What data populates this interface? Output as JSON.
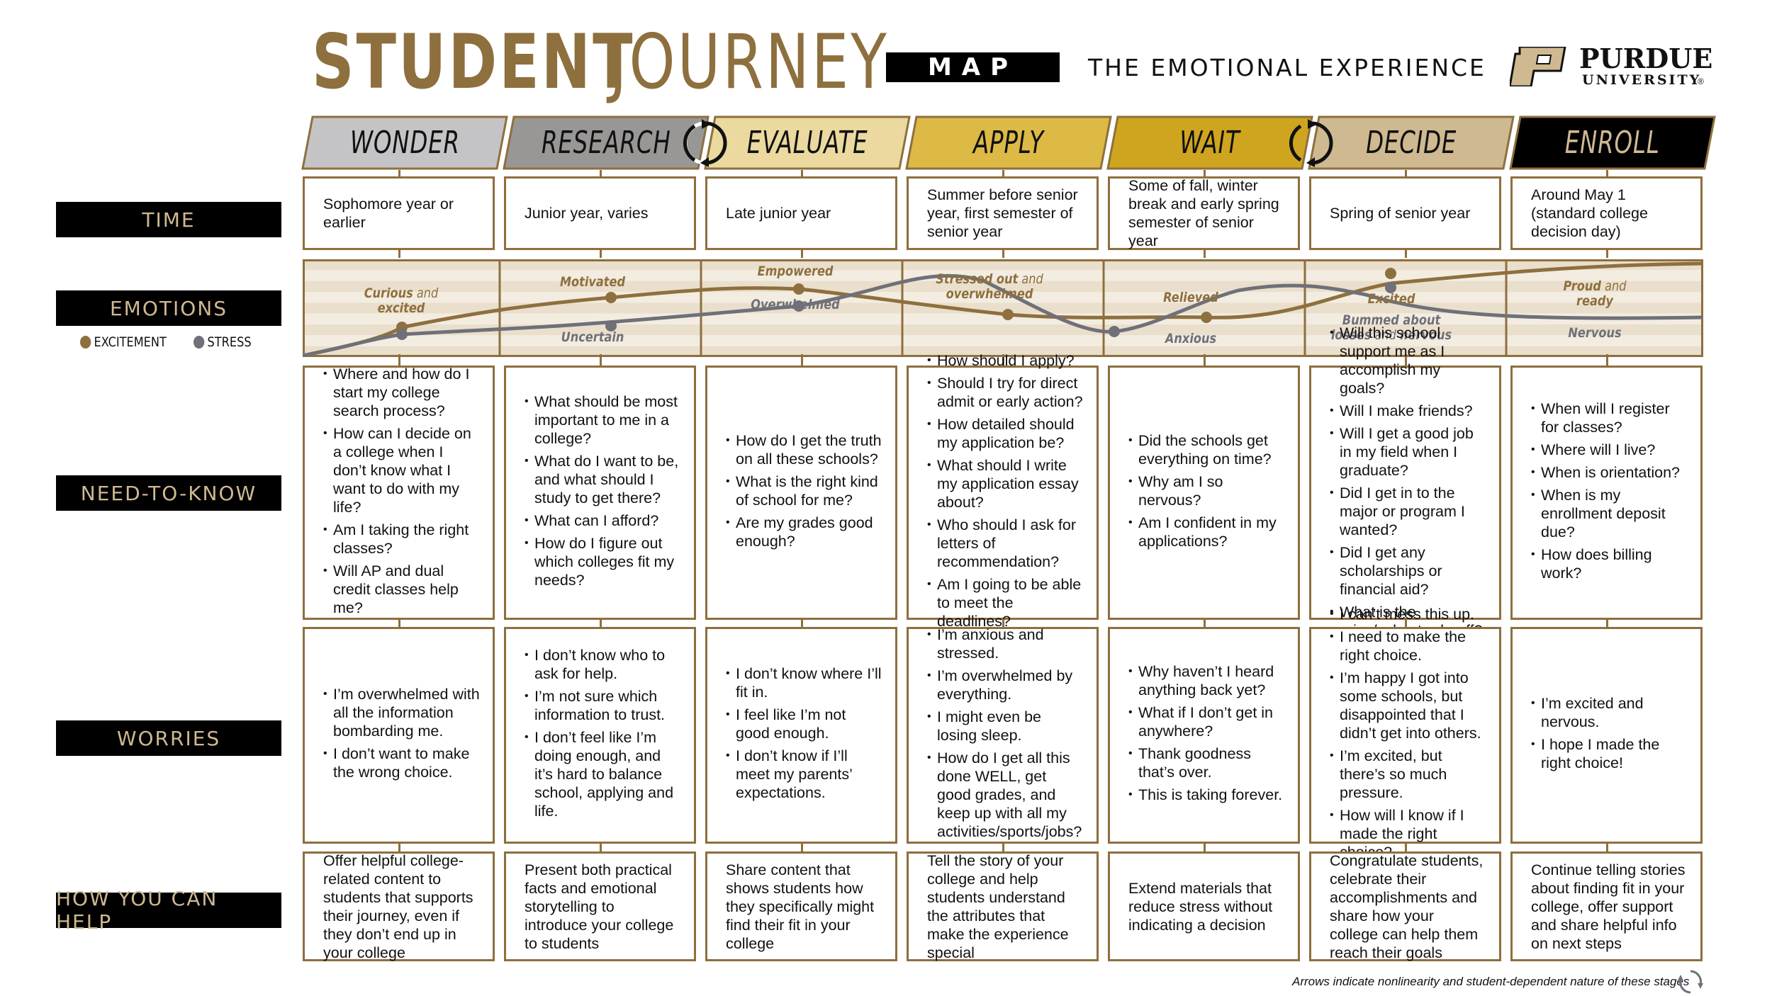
{
  "header": {
    "title_strong": "STUDENT",
    "title_light": "JOURNEY",
    "map_badge": "MAP",
    "subtitle": "THE EMOTIONAL EXPERIENCE",
    "logo_line1": "PURDUE",
    "logo_line2": "UNIVERSITY",
    "logo_reg": "®"
  },
  "stages": [
    {
      "label": "WONDER",
      "fill": "#c4c4c6",
      "text_color": "#111111"
    },
    {
      "label": "RESEARCH",
      "fill": "#999696",
      "text_color": "#111111"
    },
    {
      "label": "EVALUATE",
      "fill": "#ebd99f",
      "text_color": "#111111"
    },
    {
      "label": "APPLY",
      "fill": "#ddb945",
      "text_color": "#111111"
    },
    {
      "label": "WAIT",
      "fill": "#cfa520",
      "text_color": "#111111"
    },
    {
      "label": "DECIDE",
      "fill": "#cfb991",
      "text_color": "#111111"
    },
    {
      "label": "ENROLL",
      "fill": "#000000",
      "text_color": "#cfb991"
    }
  ],
  "row_labels": {
    "time": "TIME",
    "emotions": "EMOTIONS",
    "need": "NEED-TO-KNOW",
    "worries": "WORRIES",
    "help": "HOW YOU CAN HELP"
  },
  "legend": {
    "excitement": "EXCITEMENT",
    "stress": "STRESS",
    "excitement_color": "#8e6f3e",
    "stress_color": "#6f7079"
  },
  "time": [
    "Sophomore year or earlier",
    "Junior year, varies",
    "Late junior year",
    "Summer before senior year, first semester of senior year",
    "Some of fall, winter break and early spring semester of senior year",
    "Spring of senior year",
    "Around May 1 (standard college decision day)"
  ],
  "emotions": {
    "excitement": [
      {
        "bold": "Curious",
        "plain": " and",
        "line2": "excited"
      },
      {
        "bold": "Motivated"
      },
      {
        "bold": "Empowered"
      },
      {
        "bold": "Stressed out",
        "plain": " and",
        "line2": "overwhelmed"
      },
      {
        "bold": "Relieved"
      },
      {
        "bold": "Excited"
      },
      {
        "bold": "Proud",
        "plain": " and",
        "line2": "ready"
      }
    ],
    "stress": [
      {
        "bold": "Uncertain"
      },
      {
        "bold": "Overwhelmed"
      },
      {
        "bold": "Anxious"
      },
      {
        "bold": "Bummed about",
        "line2_bold": "losses",
        "line2_plain": " and ",
        "line2_bold2": "nervous"
      },
      {
        "bold": "Nervous"
      }
    ]
  },
  "need_to_know": [
    [
      "Where and how do I start my college search process?",
      "How can I decide on a college when I don’t know what I want to do with my life?",
      "Am I taking the right classes?",
      "Will AP and dual credit classes help me?"
    ],
    [
      "What should be most important to me in a college?",
      "What do I want to be, and what should I study to get there?",
      "What can I afford?",
      "How do I figure out which colleges fit my needs?"
    ],
    [
      "How do I get the truth on all these schools?",
      "What is the right kind of school for me?",
      "Are my grades good enough?"
    ],
    [
      "How should I apply?",
      "Should I try for direct admit or early action?",
      "How detailed should my application be?",
      "What should I write my application essay about?",
      "Who should I ask for letters of recommendation?",
      "Am I going to be able to meet the deadlines?"
    ],
    [
      "Did the schools get everything on time?",
      "Why am I so nervous?",
      "Am I confident in my applications?"
    ],
    [
      "Will this school support me as I accomplish my goals?",
      "Will I make friends?",
      "Will I get a good job in my field when I graduate?",
      "Did I get in to the major or program I wanted?",
      "Did I get any scholarships or financial aid?",
      "What is the price/value trade-off? Can I afford it?"
    ],
    [
      "When will I register for classes?",
      "Where will I live?",
      "When is orientation?",
      "When is my enrollment deposit due?",
      "How does billing work?"
    ]
  ],
  "worries": [
    [
      "I’m overwhelmed with all the information bombarding me.",
      "I don’t want to make the wrong choice."
    ],
    [
      "I don’t know who to ask for help.",
      "I’m not sure which information to trust.",
      "I don’t feel like I’m doing enough, and it’s hard to balance school, applying and life."
    ],
    [
      "I don’t know where I’ll fit in.",
      "I feel like I’m not good enough.",
      "I don’t know if I’ll meet my parents’ expectations."
    ],
    [
      "I’m anxious and stressed.",
      "I’m overwhelmed by everything.",
      "I might even be losing sleep.",
      "How do I get all this done WELL, get good grades, and keep up with all my activities/sports/jobs?"
    ],
    [
      "Why haven’t I heard anything back yet?",
      "What if I don’t get in anywhere?",
      "Thank goodness that’s over.",
      "This is taking forever."
    ],
    [
      "I can’t mess this up.",
      "I need to make the right choice.",
      "I’m happy I got into some schools, but disappointed that I didn’t get into others.",
      "I’m excited, but there’s so much pressure.",
      "How will I know if I made the right choice?"
    ],
    [
      "I’m excited and nervous.",
      "I hope I made the right choice!"
    ]
  ],
  "help": [
    "Offer helpful college-related content to students that supports their journey, even if they don’t end up in your college",
    "Present both practical facts and emotional storytelling to introduce your college to students",
    "Share content that shows students how they specifically might find their fit in your college",
    "Tell the story of your college and help students understand the attributes that make the experience special",
    "Extend materials that reduce stress without indicating a decision",
    "Congratulate students, celebrate their accomplishments and share how your college can help them reach their goals",
    "Continue telling stories about finding fit in your college, offer support and share helpful info on next steps"
  ],
  "footnote": "Arrows indicate nonlinearity and student-dependent nature of these stages",
  "colors": {
    "gold": "#8e6f3e",
    "grey": "#6f7079",
    "band_light": "#f3ece0",
    "band_dark": "#e9dfcc"
  }
}
